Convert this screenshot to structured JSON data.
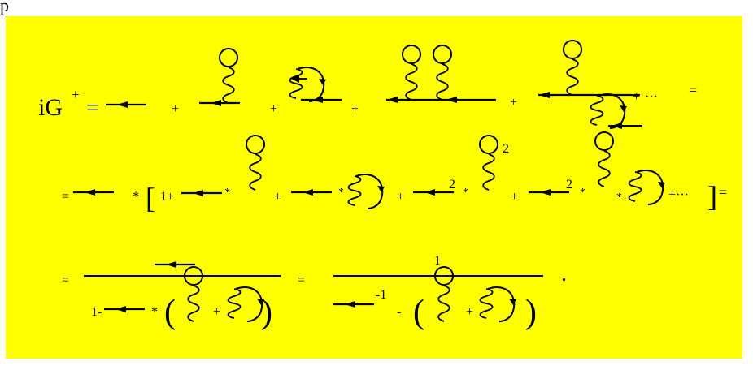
{
  "header_fragment": "p",
  "colors": {
    "background": "#ffff00",
    "ink": "#000000"
  },
  "row1": {
    "lhs": "iG",
    "lhs_sup": "+",
    "eq": "=",
    "plus": "+",
    "dots": "···",
    "end_eq": "="
  },
  "row2": {
    "eq": "=",
    "star": "*",
    "lbracket": "[",
    "one_plus": "1+",
    "plus": "+",
    "exp2": "2",
    "dots": "+···",
    "rbracket": "]",
    "end_eq": "="
  },
  "row3": {
    "eq": "=",
    "one_minus": "1-",
    "star": "*",
    "lparen": "(",
    "rparen": ")",
    "plus": "+",
    "numerator_one": "1",
    "inv_exp": "-1",
    "minus": "-",
    "period": "."
  },
  "icons": [
    "propagator-arrow-icon",
    "tadpole-loop-icon",
    "exchange-loop-icon"
  ]
}
